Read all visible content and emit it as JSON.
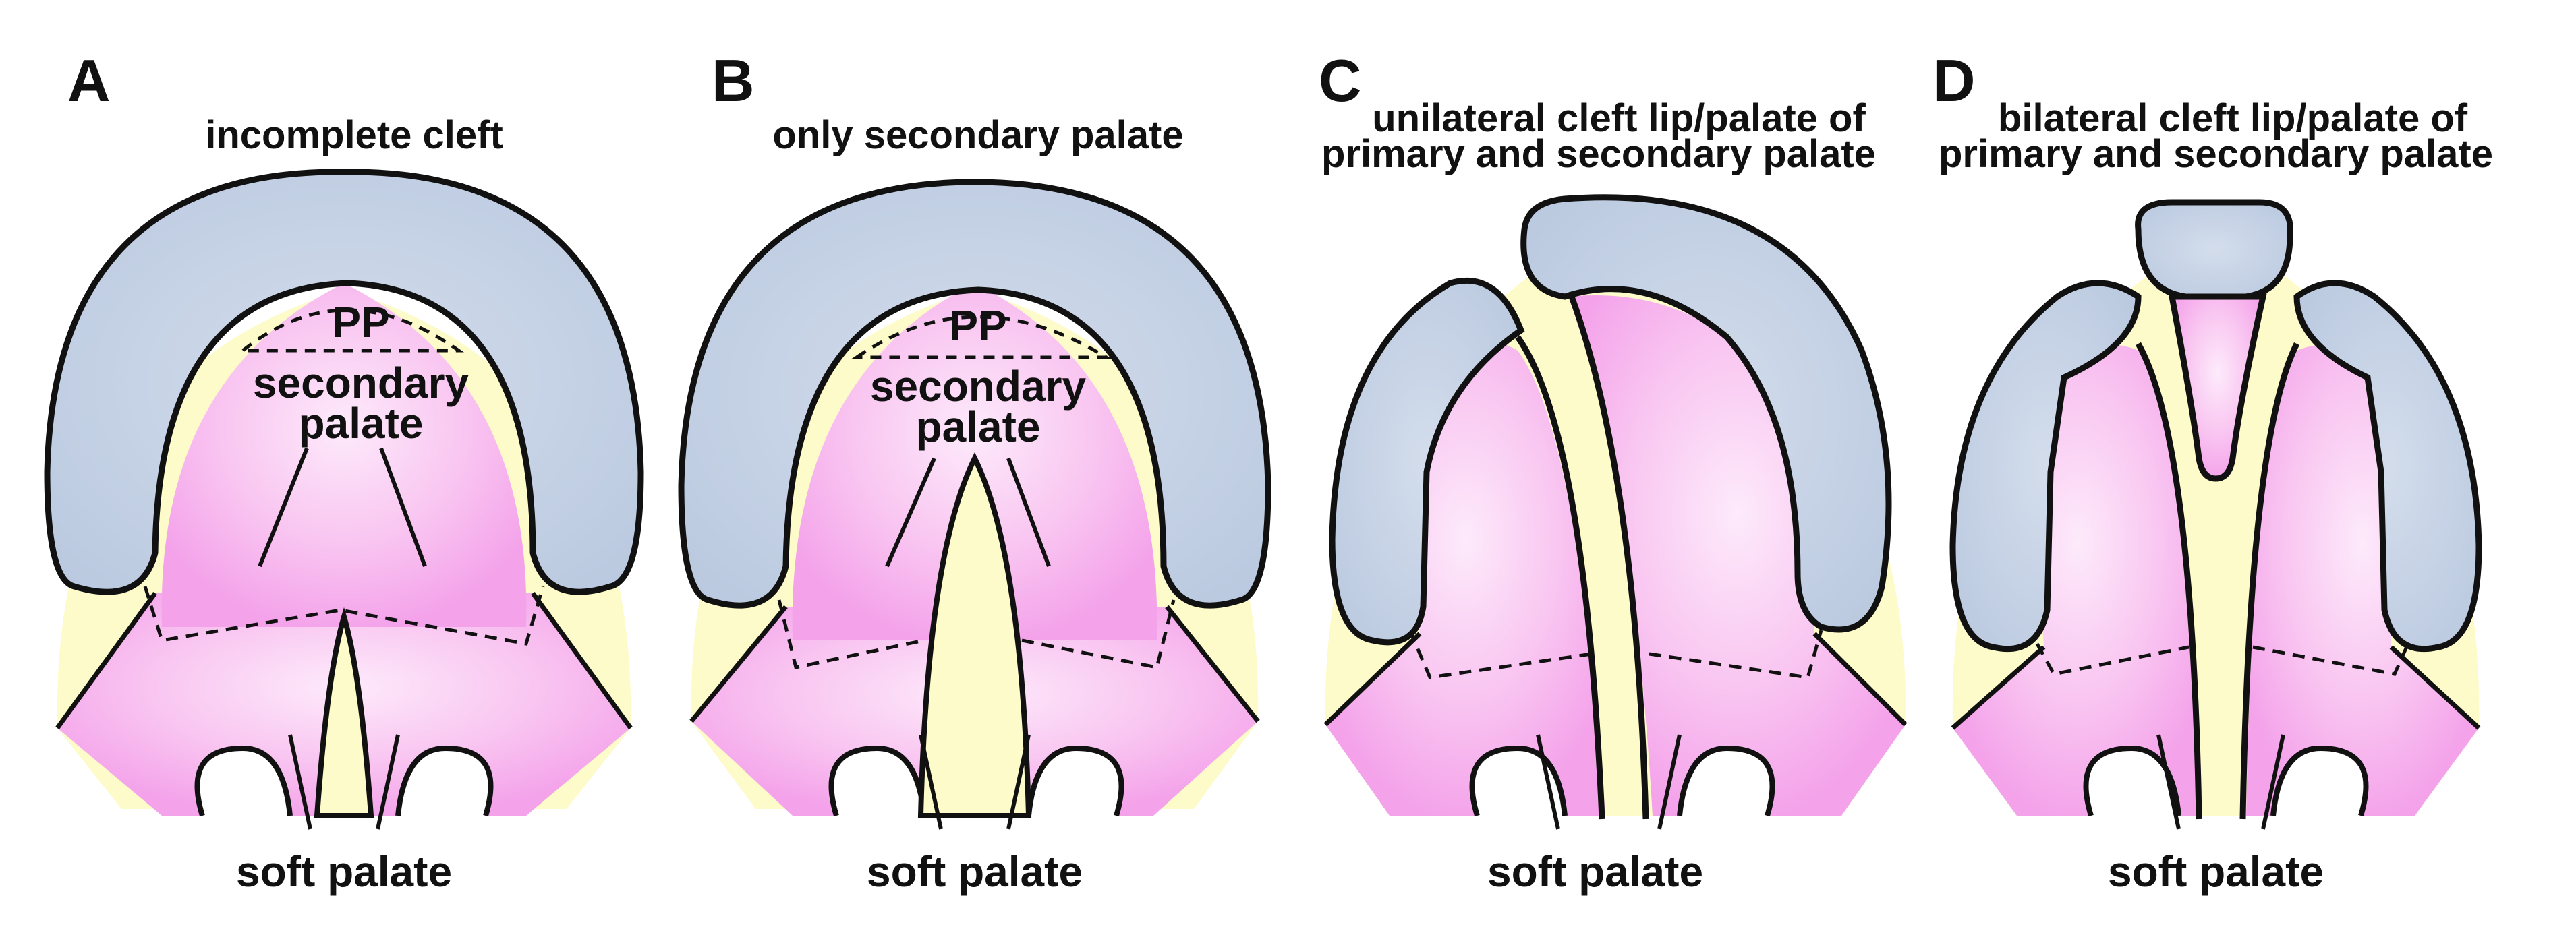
{
  "colors": {
    "background": "#ffffff",
    "gum_ridge": "#c6d3e6",
    "palate_pink": "#f6a9ec",
    "palate_light": "#fde9fb",
    "cleft_yellow": "#fdfbc9",
    "outline": "#111111"
  },
  "panels": [
    {
      "letter": "A",
      "title_lines": [
        "incomplete cleft"
      ],
      "pp_label": "PP",
      "secondary_label_lines": [
        "secondary",
        "palate"
      ],
      "soft_palate_label": "soft palate"
    },
    {
      "letter": "B",
      "title_lines": [
        "only secondary palate"
      ],
      "pp_label": "PP",
      "secondary_label_lines": [
        "secondary",
        "palate"
      ],
      "soft_palate_label": "soft palate"
    },
    {
      "letter": "C",
      "title_lines": [
        "unilateral cleft lip/palate of",
        "primary and secondary palate"
      ],
      "soft_palate_label": "soft palate"
    },
    {
      "letter": "D",
      "title_lines": [
        "bilateral cleft lip/palate of",
        "primary and secondary palate"
      ],
      "soft_palate_label": "soft palate"
    }
  ]
}
